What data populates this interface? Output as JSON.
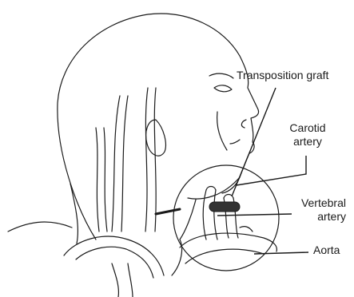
{
  "labels": {
    "transposition_graft": "Transposition graft",
    "carotid_artery_line1": "Carotid",
    "carotid_artery_line2": "artery",
    "vertebral_artery_line1": "Vertebral",
    "vertebral_artery_line2": "artery",
    "aorta": "Aorta"
  },
  "colors": {
    "ink": "#1a1a1a",
    "graft": "#333333",
    "background": "#ffffff"
  }
}
